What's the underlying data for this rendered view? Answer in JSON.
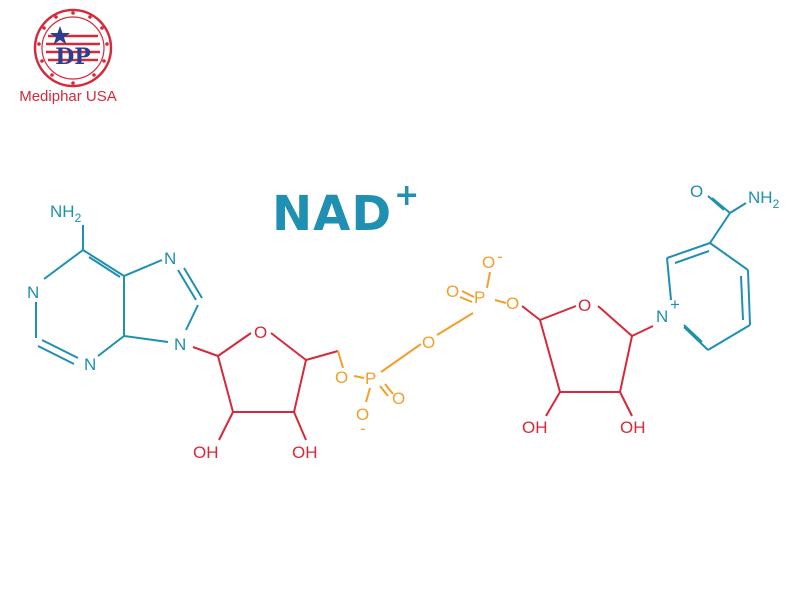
{
  "brand": {
    "name": "Mediphar USA",
    "monogram": "DP"
  },
  "title": {
    "main": "NAD",
    "charge": "+"
  },
  "colors": {
    "blue": "#1f8fb2",
    "red": "#d42a3a",
    "orange": "#f0a02b"
  },
  "labels": {
    "nh2_adenine": "NH",
    "nh2_adenine_sub": "2",
    "n1": "N",
    "n3": "N",
    "n7": "N",
    "n9": "N",
    "o_ribose1": "O",
    "oh1": "OH",
    "oh2": "OH",
    "o_link1": "O",
    "p1": "P",
    "o_p1_eq": "O",
    "o_p1_minus": "O",
    "minus1": "-",
    "o_bridge": "O",
    "o_link2": "O",
    "p2": "P",
    "o_p2_eq": "O",
    "o_p2_minus": "O",
    "minus2": "-",
    "o_ribose2": "O",
    "oh3": "OH",
    "oh4": "OH",
    "n_pyridinium": "N",
    "n_plus": "+",
    "o_amide": "O",
    "nh2_amide": "NH",
    "nh2_amide_sub": "2"
  }
}
